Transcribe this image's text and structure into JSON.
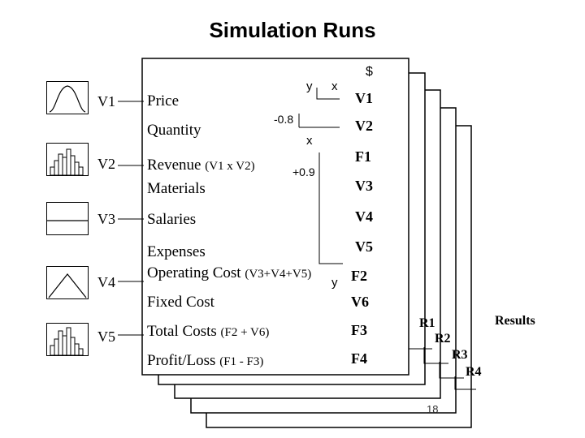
{
  "title": "Simulation Runs",
  "currency": "$",
  "distribution_icons": [
    {
      "label": "V1",
      "icon": "bell-curve-icon"
    },
    {
      "label": "V2",
      "icon": "histogram-icon"
    },
    {
      "label": "V3",
      "icon": "uniform-icon"
    },
    {
      "label": "V4",
      "icon": "triangular-icon"
    },
    {
      "label": "V5",
      "icon": "histogram-icon"
    }
  ],
  "rows": {
    "price": "Price",
    "quantity": "Quantity",
    "revenue": "Revenue",
    "revenue_formula": "(V1 x V2)",
    "materials": "Materials",
    "salaries": "Salaries",
    "expenses": "Expenses",
    "operating_cost": "Operating Cost",
    "operating_formula": "(V3+V4+V5)",
    "fixed_cost": "Fixed Cost",
    "total_costs": "Total Costs",
    "total_formula": "(F2 + V6)",
    "profit_loss": "Profit/Loss",
    "profit_formula": "(F1 - F3)"
  },
  "cells": {
    "v1": "V1",
    "v2": "V2",
    "f1": "F1",
    "v3": "V3",
    "v4": "V4",
    "v5": "V5",
    "f2": "F2",
    "v6": "V6",
    "f3": "F3",
    "f4": "F4"
  },
  "correlation": {
    "y1": "y",
    "x1": "x",
    "coef1": "-0.8",
    "x2": "x",
    "coef2": "+0.9",
    "y2": "y"
  },
  "results": {
    "label": "Results",
    "runs": [
      "R1",
      "R2",
      "R3",
      "R4"
    ]
  },
  "page_number": "18"
}
